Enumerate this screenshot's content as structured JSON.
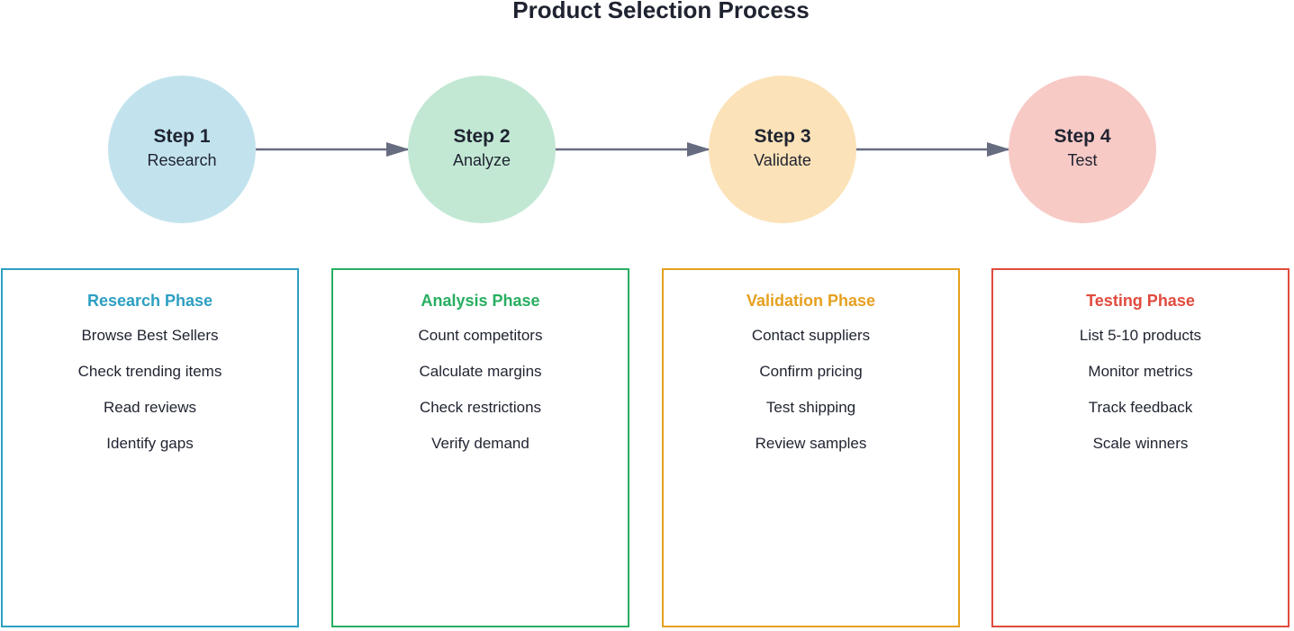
{
  "title": "Product Selection Process",
  "colors": {
    "text": "#1f2330",
    "arrow": "#676d80"
  },
  "steps": [
    {
      "number": "Step 1",
      "name": "Research",
      "fill": "#c2e3ee"
    },
    {
      "number": "Step 2",
      "name": "Analyze",
      "fill": "#c2e8d4"
    },
    {
      "number": "Step 3",
      "name": "Validate",
      "fill": "#fbe2b8"
    },
    {
      "number": "Step 4",
      "name": "Test",
      "fill": "#f7cac6"
    }
  ],
  "phases": [
    {
      "title": "Research Phase",
      "color": "#2d9fc2",
      "items": [
        "Browse Best Sellers",
        "Check trending items",
        "Read reviews",
        "Identify gaps"
      ]
    },
    {
      "title": "Analysis Phase",
      "color": "#27ae60",
      "items": [
        "Count competitors",
        "Calculate margins",
        "Check restrictions",
        "Verify demand"
      ]
    },
    {
      "title": "Validation Phase",
      "color": "#e6a020",
      "items": [
        "Contact suppliers",
        "Confirm pricing",
        "Test shipping",
        "Review samples"
      ]
    },
    {
      "title": "Testing Phase",
      "color": "#e04b3e",
      "items": [
        "List 5-10 products",
        "Monitor metrics",
        "Track feedback",
        "Scale winners"
      ]
    }
  ]
}
